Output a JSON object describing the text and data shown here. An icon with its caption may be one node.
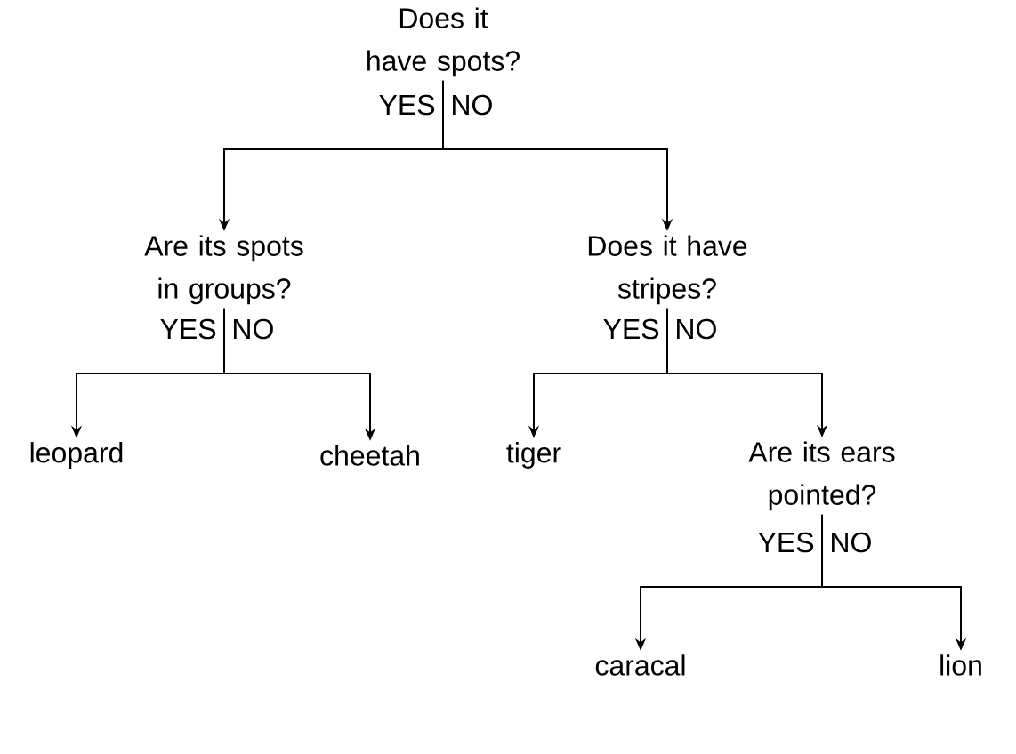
{
  "diagram": {
    "nodes": [
      {
        "text": [
          "Does it have spots?"
        ]
      },
      {
        "text": [
          "Are its spots in groups?"
        ]
      },
      {
        "text": [
          "Does it have stripes?"
        ]
      },
      {
        "text": [
          "leopard"
        ]
      },
      {
        "text": [
          "cheetah"
        ]
      },
      {
        "text": [
          "tiger"
        ]
      },
      {
        "text": [
          "Are its ears pointed?"
        ]
      },
      {
        "text": [
          "caracal"
        ]
      },
      {
        "text": [
          "lion"
        ]
      }
    ],
    "edges": [
      {
        "from": 0,
        "to": 1,
        "arrow": "to",
        "label": "YES"
      },
      {
        "from": 0,
        "to": 2,
        "arrow": "to",
        "label": "NO"
      },
      {
        "from": 1,
        "to": 3,
        "arrow": "to",
        "label": "YES"
      },
      {
        "from": 1,
        "to": 4,
        "arrow": "to",
        "label": "NO"
      },
      {
        "from": 2,
        "to": 5,
        "arrow": "to",
        "label": "YES"
      },
      {
        "from": 2,
        "to": 6,
        "arrow": "to",
        "label": "NO"
      },
      {
        "from": 6,
        "to": 7,
        "arrow": "to",
        "label": "YES"
      },
      {
        "from": 6,
        "to": 8,
        "arrow": "to",
        "label": "NO"
      }
    ]
  }
}
